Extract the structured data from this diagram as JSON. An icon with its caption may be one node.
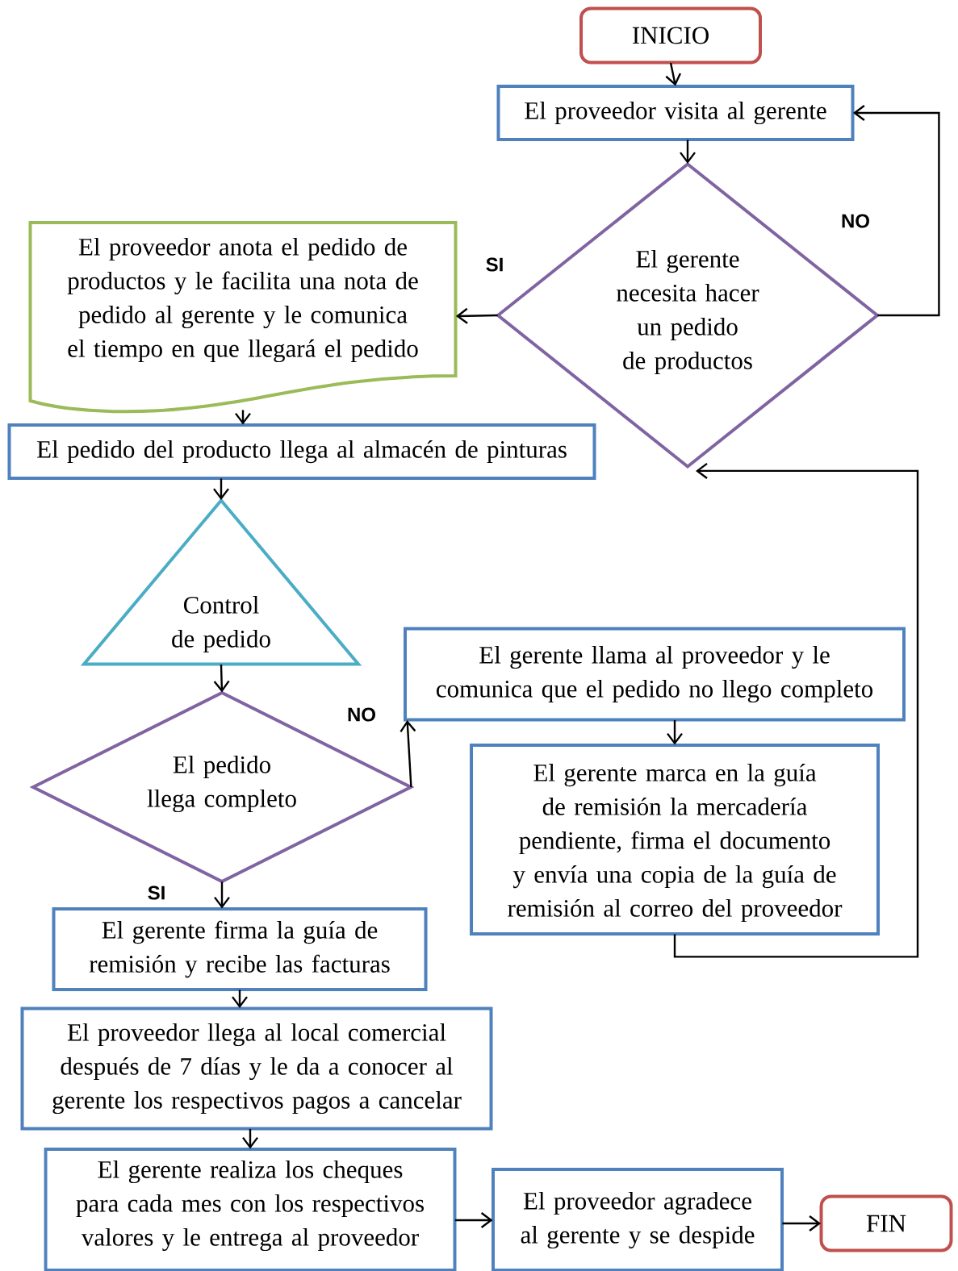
{
  "diagram": {
    "nodes": [
      {
        "text": [
          "INICIO"
        ]
      },
      {
        "text": [
          "El proveedor visita al gerente"
        ]
      },
      {
        "text": [
          "El gerente necesita hacer un pedido de productos"
        ]
      },
      {
        "text": [
          "El proveedor anota el pedido de productos y le facilita una nota de pedido al gerente y le comunica el tiempo en que llegará el pedido"
        ]
      },
      {
        "text": [
          "El pedido del producto llega al almacén de pinturas"
        ]
      },
      {
        "text": [
          "Control de pedido"
        ]
      },
      {
        "text": [
          "El pedido llega completo"
        ]
      },
      {
        "text": [
          "El gerente llama al proveedor y le comunica que el pedido no llego completo"
        ]
      },
      {
        "text": [
          "El gerente marca en la guía de remisión la mercadería pendiente, firma el documento y envía una copia de la guía de remisión  al correo del proveedor"
        ]
      },
      {
        "text": [
          "El gerente firma la guía de remisión y recibe las facturas"
        ]
      },
      {
        "text": [
          "El proveedor llega al local comercial después de 7 días y le da a conocer al gerente los respectivos pagos a cancelar"
        ]
      },
      {
        "text": [
          "El gerente realiza los cheques para cada mes con los respectivos valores y le entrega al proveedor"
        ]
      },
      {
        "text": [
          "El proveedor agradece al gerente y se despide"
        ]
      },
      {
        "text": [
          "FIN"
        ]
      }
    ],
    "edges": [
      {
        "from": 0,
        "to": 1,
        "arrow": "to"
      },
      {
        "from": 1,
        "to": 2,
        "arrow": "to"
      },
      {
        "from": 2,
        "to": 3,
        "arrow": "to",
        "label": "SI"
      },
      {
        "from": 2,
        "to": 1,
        "arrow": "to",
        "label": "NO"
      },
      {
        "from": 3,
        "to": 4,
        "arrow": "to"
      },
      {
        "from": 4,
        "to": 5,
        "arrow": "to"
      },
      {
        "from": 5,
        "to": 6,
        "arrow": "to"
      },
      {
        "from": 6,
        "to": 7,
        "arrow": "to",
        "label": "NO"
      },
      {
        "from": 6,
        "to": 9,
        "arrow": "to",
        "label": "SI"
      },
      {
        "from": 7,
        "to": 8,
        "arrow": "to"
      },
      {
        "from": 8,
        "to": 2,
        "arrow": "to"
      },
      {
        "from": 9,
        "to": 10,
        "arrow": "to"
      },
      {
        "from": 10,
        "to": 11,
        "arrow": "to"
      },
      {
        "from": 11,
        "to": 12,
        "arrow": "to"
      },
      {
        "from": 12,
        "to": 13,
        "arrow": "to"
      }
    ]
  }
}
